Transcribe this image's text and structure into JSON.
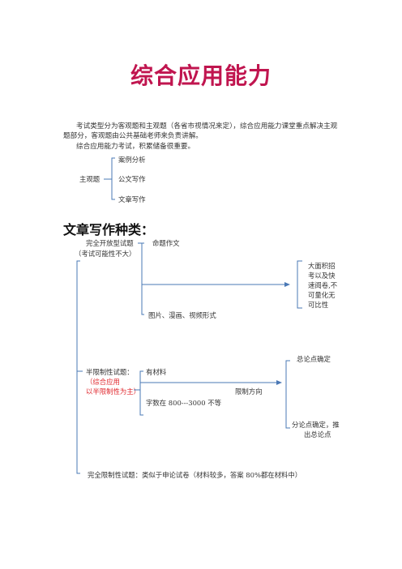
{
  "title": "综合应用能力",
  "intro": {
    "line1": "考试类型分为客观题和主观题（各省市视情况来定），综合应用能力课堂重点解决主观",
    "line2": "题部分，客观题由公共基础老师来负责讲解。",
    "line3": "综合应用能力考试，积累储备很重要。"
  },
  "subjective": {
    "label": "主观题",
    "items": [
      "案例分析",
      "公文写作",
      "文章写作"
    ]
  },
  "section_heading": "文章写作种类：",
  "open_type": {
    "label_line1": "完全开放型试题",
    "label_line2": "（考试可能性不大）",
    "sub1": "命题作文",
    "sub2": "图片、漫画、视频形式",
    "note": [
      "大面积招",
      "考以及快",
      "速阅卷,不",
      "可量化无",
      "可比性"
    ]
  },
  "semi_type": {
    "label": "半限制性试题：",
    "red_line1": "（综合应用",
    "red_line2": "以半限制性为主）",
    "sub1": "有材料",
    "sub2": "字数在 800---3000 不等",
    "middle": "限制方向",
    "out1": "总论点确定",
    "out2_line1": "分论点确定，推",
    "out2_line2": "出总论点"
  },
  "full_type": {
    "label": "完全限制性试题：类似于申论试卷（材料较多，答案 80%都在材料中）"
  },
  "colors": {
    "title": "#c0154f",
    "lines": "#4a78b5",
    "red": "#e0282e"
  }
}
